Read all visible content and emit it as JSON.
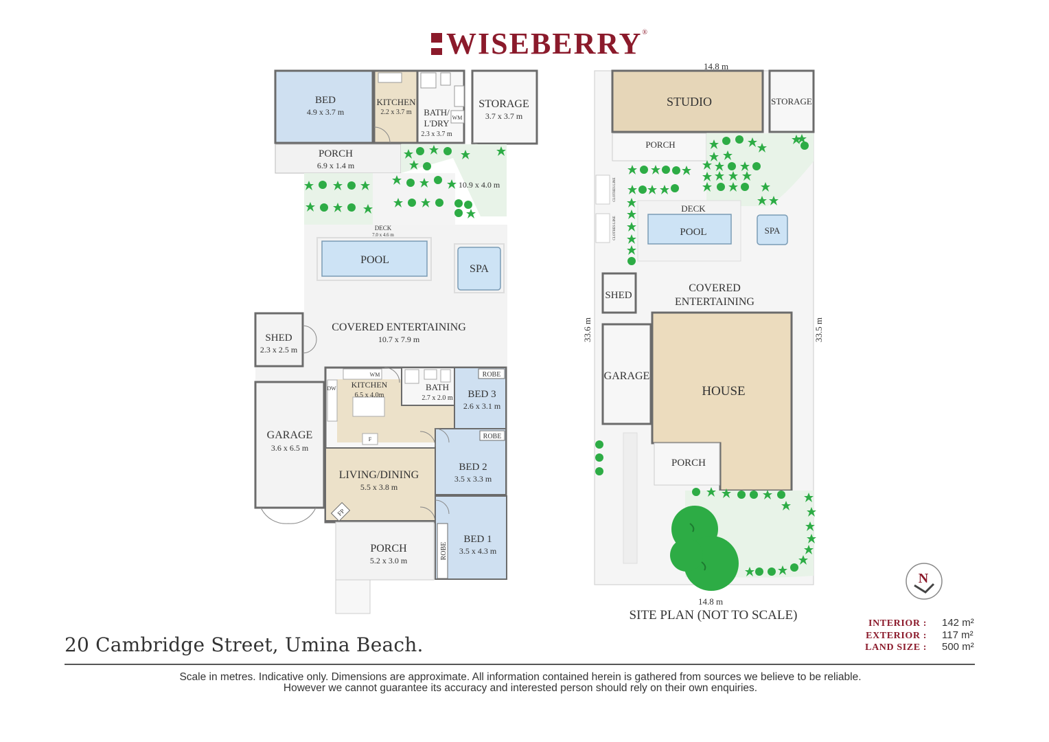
{
  "brand": {
    "name": "WISEBERRY",
    "reg": "®",
    "color": "#8b1a2b"
  },
  "floor_plan": {
    "rooms": {
      "bed_top": {
        "name": "BED",
        "dims": "4.9 x 3.7 m"
      },
      "kitchen_top": {
        "name": "KITCHEN",
        "dims": "2.2 x 3.7 m"
      },
      "bath_laundry": {
        "name_line1": "BATH/",
        "name_line2": "L'DRY",
        "dims": "2.3 x 3.7 m",
        "wm": "WM"
      },
      "storage_top": {
        "name": "STORAGE",
        "dims": "3.7 x 3.7 m"
      },
      "porch_top": {
        "name": "PORCH",
        "dims": "6.9 x 1.4 m"
      },
      "garden_area": {
        "dims": "10.9 x 4.0 m"
      },
      "deck": {
        "name": "DECK",
        "dims": "7.0 x 4.6 m"
      },
      "pool": {
        "name": "POOL"
      },
      "spa": {
        "name": "SPA"
      },
      "covered_entertaining": {
        "name": "COVERED ENTERTAINING",
        "dims": "10.7 x 7.9 m"
      },
      "shed": {
        "name": "SHED",
        "dims": "2.3 x 2.5 m"
      },
      "kitchen_main": {
        "name": "KITCHEN",
        "dims": "6.5 x 4.0m",
        "dw": "DW",
        "wm": "WM",
        "f": "F"
      },
      "bath_main": {
        "name": "BATH",
        "dims": "2.7 x 2.0 m"
      },
      "bed3": {
        "name": "BED 3",
        "dims": "2.6 x 3.1 m",
        "robe": "ROBE"
      },
      "bed2": {
        "name": "BED 2",
        "dims": "3.5 x 3.3 m",
        "robe": "ROBE"
      },
      "bed1": {
        "name": "BED 1",
        "dims": "3.5 x 4.3 m",
        "robe": "ROBE"
      },
      "garage": {
        "name": "GARAGE",
        "dims": "3.6 x 6.5 m"
      },
      "living_dining": {
        "name": "LIVING/DINING",
        "dims": "5.5 x 3.8 m",
        "fp": "FP"
      },
      "porch_front": {
        "name": "PORCH",
        "dims": "5.2 x 3.0 m"
      }
    }
  },
  "site_plan": {
    "title": "SITE PLAN (NOT TO SCALE)",
    "top_width": "14.8 m",
    "bottom_width": "14.8 m",
    "left_depth": "33.6 m",
    "right_depth": "33.5 m",
    "labels": {
      "studio": "STUDIO",
      "storage": "STORAGE",
      "porch_back": "PORCH",
      "deck": "DECK",
      "pool": "POOL",
      "spa": "SPA",
      "clothes_line_1": "CLOTHES LINE",
      "clothes_line_2": "CLOTHES LINE",
      "shed": "SHED",
      "covered_line1": "COVERED",
      "covered_line2": "ENTERTAINING",
      "garage": "GARAGE",
      "house": "HOUSE",
      "porch_front": "PORCH"
    }
  },
  "address": "20 Cambridge Street, Umina Beach.",
  "areas": [
    {
      "label": "INTERIOR :",
      "value": "142 m²"
    },
    {
      "label": "EXTERIOR :",
      "value": "117 m²"
    },
    {
      "label": "LAND SIZE :",
      "value": "500 m²"
    }
  ],
  "compass": {
    "letter": "N"
  },
  "disclaimer": "Scale in metres. Indicative only. Dimensions are approximate. All information contained herein is gathered from sources we believe to be reliable. However we cannot guarantee its accuracy and interested person should rely on their own enquiries.",
  "colors": {
    "bedroom": "#cfe0f1",
    "kitchen": "#ece1c9",
    "living": "#ece1c9",
    "studio": "#e6d6b8",
    "house": "#ecdcbe",
    "pool": "#cde3f5",
    "garden": "#e8f3e8",
    "plant": "#2dac45",
    "wall": "#6b6b6b",
    "floor": "#f3f3f3"
  }
}
